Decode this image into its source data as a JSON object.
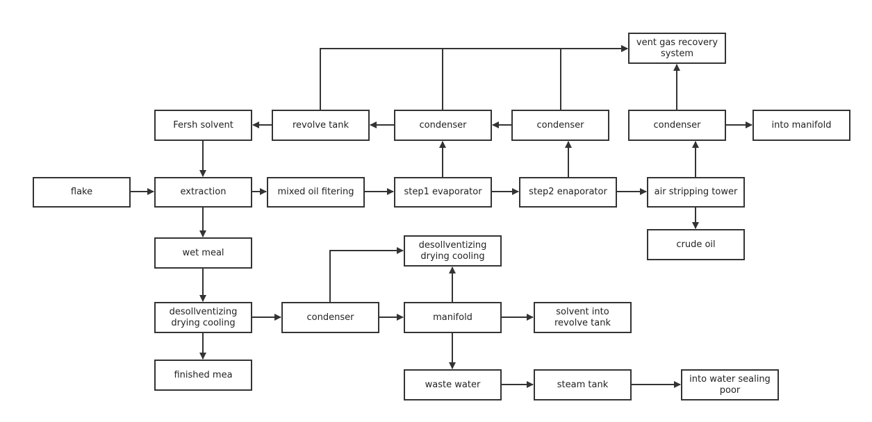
{
  "diagram": {
    "nodes": {
      "flake": "flake",
      "extraction": "extraction",
      "fresh_solvent": "Fersh solvent",
      "revolve_tank": "revolve tank",
      "condenser_1": "condenser",
      "condenser_2": "condenser",
      "condenser_3": "condenser",
      "into_manifold": "into manifold",
      "vent_gas": "vent gas recovery\nsystem",
      "mixed_oil": "mixed oil fitering",
      "step1": "step1 evaporator",
      "step2": "step2 enaporator",
      "air_stripping": "air stripping tower",
      "crude_oil": "crude oil",
      "wet_meal": "wet meal",
      "desolv_main": "desollventizing\ndrying cooling",
      "finished_meal": "finished mea",
      "condenser_meal": "condenser",
      "desolv_top": "desollventizing\ndrying cooling",
      "manifold": "manifold",
      "solvent_revolve": "solvent into\nrevolve tank",
      "waste_water": "waste water",
      "steam_tank": "steam tank",
      "water_sealing": "into water sealing\npoor"
    },
    "edges": [
      {
        "from": "flake",
        "to": "extraction"
      },
      {
        "from": "extraction",
        "to": "mixed_oil"
      },
      {
        "from": "mixed_oil",
        "to": "step1"
      },
      {
        "from": "step1",
        "to": "step2"
      },
      {
        "from": "step2",
        "to": "air_stripping"
      },
      {
        "from": "air_stripping",
        "to": "crude_oil"
      },
      {
        "from": "air_stripping",
        "to": "condenser_3"
      },
      {
        "from": "condenser_3",
        "to": "into_manifold"
      },
      {
        "from": "condenser_3",
        "to": "vent_gas"
      },
      {
        "from": "step1",
        "to": "condenser_1"
      },
      {
        "from": "step2",
        "to": "condenser_2"
      },
      {
        "from": "condenser_2",
        "to": "condenser_1"
      },
      {
        "from": "condenser_1",
        "to": "revolve_tank"
      },
      {
        "from": "revolve_tank",
        "to": "fresh_solvent"
      },
      {
        "from": "fresh_solvent",
        "to": "extraction"
      },
      {
        "from": "revolve_tank",
        "to": "vent_gas"
      },
      {
        "from": "condenser_1",
        "to": "vent_gas"
      },
      {
        "from": "condenser_2",
        "to": "vent_gas"
      },
      {
        "from": "extraction",
        "to": "wet_meal"
      },
      {
        "from": "wet_meal",
        "to": "desolv_main"
      },
      {
        "from": "desolv_main",
        "to": "finished_meal"
      },
      {
        "from": "desolv_main",
        "to": "condenser_meal"
      },
      {
        "from": "condenser_meal",
        "to": "manifold"
      },
      {
        "from": "condenser_meal",
        "to": "desolv_top"
      },
      {
        "from": "manifold",
        "to": "desolv_top"
      },
      {
        "from": "manifold",
        "to": "solvent_revolve"
      },
      {
        "from": "manifold",
        "to": "waste_water"
      },
      {
        "from": "waste_water",
        "to": "steam_tank"
      },
      {
        "from": "steam_tank",
        "to": "water_sealing"
      }
    ]
  }
}
